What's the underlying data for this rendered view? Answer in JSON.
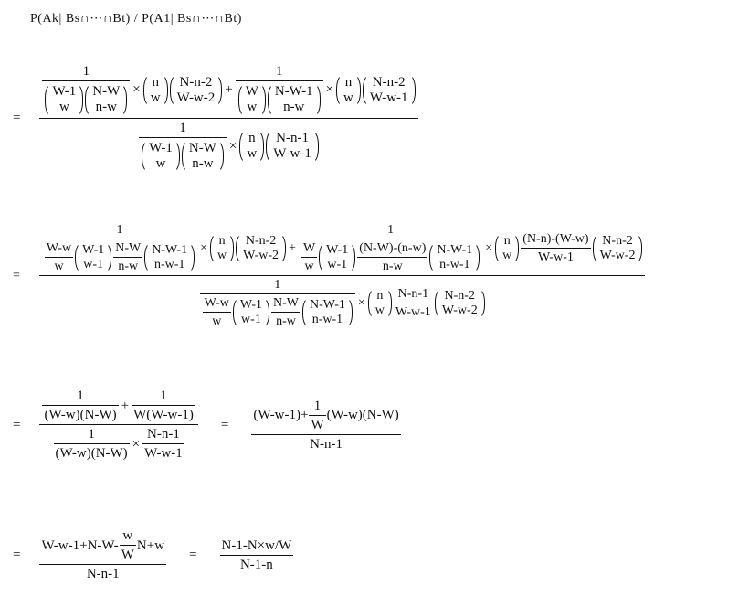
{
  "header": "P(Ak| Bs∩⋯∩Bt) / P(A1| Bs∩⋯∩Bt)",
  "equations": [
    {
      "id": "eq1",
      "parts": [
        "=",
        {
          "frac": [
            [
              {
                "frac": [
                  [
                    "1"
                  ],
                  [
                    {
                      "binom": [
                        "W-1",
                        "w"
                      ]
                    },
                    {
                      "binom": [
                        "N-W",
                        "n-w"
                      ]
                    }
                  ]
                ]
              },
              "×",
              {
                "binom": [
                  "n",
                  "w"
                ]
              },
              {
                "binom": [
                  "N-n-2",
                  "W-w-2"
                ]
              },
              "+",
              {
                "frac": [
                  [
                    "1"
                  ],
                  [
                    {
                      "binom": [
                        "W",
                        "w"
                      ]
                    },
                    {
                      "binom": [
                        "N-W-1",
                        "n-w"
                      ]
                    }
                  ]
                ]
              },
              "×",
              {
                "binom": [
                  "n",
                  "w"
                ]
              },
              {
                "binom": [
                  "N-n-2",
                  "W-w-1"
                ]
              }
            ],
            [
              {
                "frac": [
                  [
                    "1"
                  ],
                  [
                    {
                      "binom": [
                        "W-1",
                        "w"
                      ]
                    },
                    {
                      "binom": [
                        "N-W",
                        "n-w"
                      ]
                    }
                  ]
                ]
              },
              "×",
              {
                "binom": [
                  "n",
                  "w"
                ]
              },
              {
                "binom": [
                  "N-n-1",
                  "W-w-1"
                ]
              }
            ]
          ]
        }
      ]
    },
    {
      "id": "eq2",
      "parts": [
        "=",
        {
          "frac": [
            [
              {
                "frac": [
                  [
                    "1"
                  ],
                  [
                    {
                      "frac": [
                        [
                          "W-w"
                        ],
                        [
                          "w"
                        ]
                      ]
                    },
                    {
                      "binom": [
                        "W-1",
                        "w-1"
                      ]
                    },
                    {
                      "frac": [
                        [
                          "N-W"
                        ],
                        [
                          "n-w"
                        ]
                      ]
                    },
                    {
                      "binom": [
                        "N-W-1",
                        "n-w-1"
                      ]
                    }
                  ]
                ]
              },
              "×",
              {
                "binom": [
                  "n",
                  "w"
                ]
              },
              {
                "binom": [
                  "N-n-2",
                  "W-w-2"
                ]
              },
              "+",
              {
                "frac": [
                  [
                    "1"
                  ],
                  [
                    {
                      "frac": [
                        [
                          "W"
                        ],
                        [
                          "w"
                        ]
                      ]
                    },
                    {
                      "binom": [
                        "W-1",
                        "w-1"
                      ]
                    },
                    {
                      "frac": [
                        [
                          "(N-W)-(n-w)"
                        ],
                        [
                          "n-w"
                        ]
                      ]
                    },
                    {
                      "binom": [
                        "N-W-1",
                        "n-w-1"
                      ]
                    }
                  ]
                ]
              },
              "×",
              {
                "binom": [
                  "n",
                  "w"
                ]
              },
              {
                "frac": [
                  [
                    "(N-n)-(W-w)"
                  ],
                  [
                    "W-w-1"
                  ]
                ]
              },
              {
                "binom": [
                  "N-n-2",
                  "W-w-2"
                ]
              }
            ],
            [
              {
                "frac": [
                  [
                    "1"
                  ],
                  [
                    {
                      "frac": [
                        [
                          "W-w"
                        ],
                        [
                          "w"
                        ]
                      ]
                    },
                    {
                      "binom": [
                        "W-1",
                        "w-1"
                      ]
                    },
                    {
                      "frac": [
                        [
                          "N-W"
                        ],
                        [
                          "n-w"
                        ]
                      ]
                    },
                    {
                      "binom": [
                        "N-W-1",
                        "n-w-1"
                      ]
                    }
                  ]
                ]
              },
              "×",
              {
                "binom": [
                  "n",
                  "w"
                ]
              },
              {
                "frac": [
                  [
                    "N-n-1"
                  ],
                  [
                    "W-w-1"
                  ]
                ]
              },
              {
                "binom": [
                  "N-n-2",
                  "W-w-2"
                ]
              }
            ]
          ]
        }
      ]
    },
    {
      "id": "eq3",
      "parts": [
        "=",
        {
          "frac": [
            [
              {
                "frac": [
                  [
                    "1"
                  ],
                  [
                    "(W-w)(N-W)"
                  ]
                ]
              },
              "+",
              {
                "frac": [
                  [
                    "1"
                  ],
                  [
                    "W(W-w-1)"
                  ]
                ]
              }
            ],
            [
              {
                "frac": [
                  [
                    "1"
                  ],
                  [
                    "(W-w)(N-W)"
                  ]
                ]
              },
              "×",
              {
                "frac": [
                  [
                    "N-n-1"
                  ],
                  [
                    "W-w-1"
                  ]
                ]
              }
            ]
          ]
        },
        "=",
        {
          "frac": [
            [
              "(W-w-1)+",
              {
                "frac": [
                  [
                    "1"
                  ],
                  [
                    "W"
                  ]
                ]
              },
              "(W-w)(N-W)"
            ],
            [
              "N-n-1"
            ]
          ]
        }
      ]
    },
    {
      "id": "eq4",
      "parts": [
        "=",
        {
          "frac": [
            [
              "W-w-1+N-W-",
              {
                "frac": [
                  [
                    "w"
                  ],
                  [
                    "W"
                  ]
                ]
              },
              "N+w"
            ],
            [
              "N-n-1"
            ]
          ]
        },
        "=",
        {
          "frac": [
            [
              "N-1-N×w/W"
            ],
            [
              "N-1-n"
            ]
          ]
        }
      ]
    }
  ]
}
